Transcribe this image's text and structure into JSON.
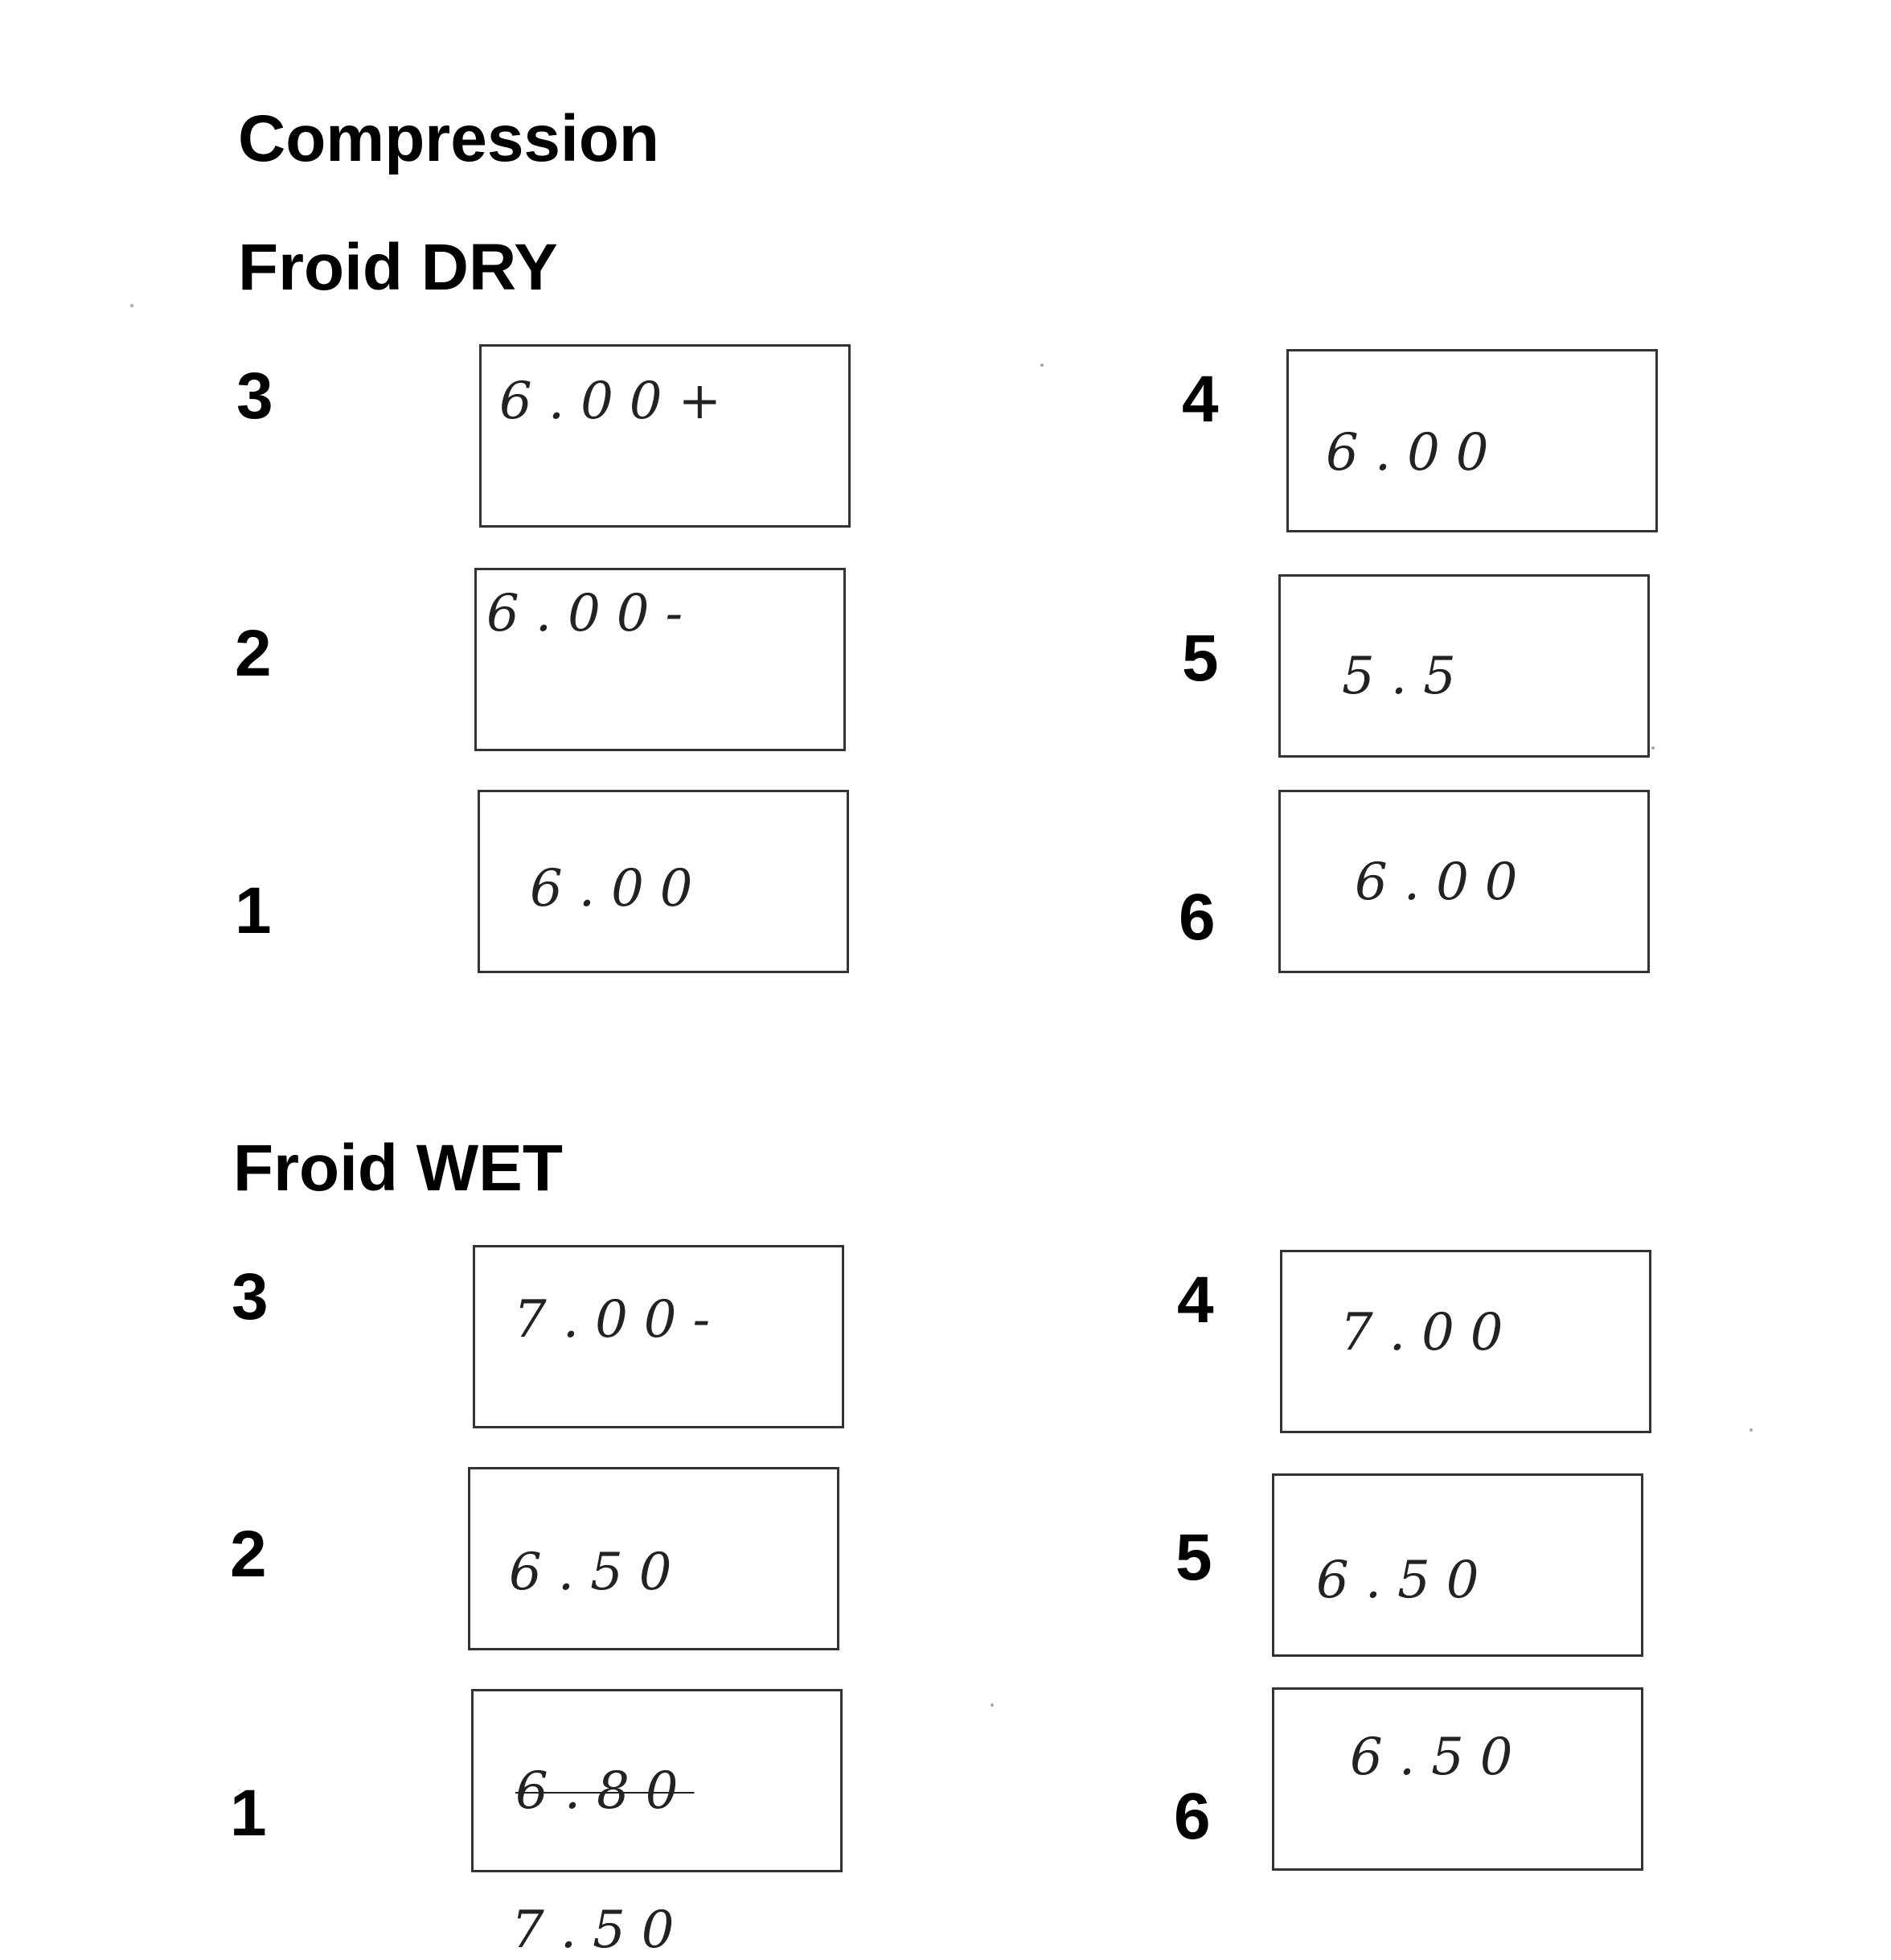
{
  "title": "Compression",
  "sections": [
    {
      "title": "Froid DRY",
      "cells": [
        {
          "label": "3",
          "value": "6.00+"
        },
        {
          "label": "2",
          "value": "6.00-"
        },
        {
          "label": "1",
          "value": "6.00"
        },
        {
          "label": "4",
          "value": "6.00"
        },
        {
          "label": "5",
          "value": "5.5"
        },
        {
          "label": "6",
          "value": "6.00"
        }
      ]
    },
    {
      "title": "Froid WET",
      "cells": [
        {
          "label": "3",
          "value": "7.00-"
        },
        {
          "label": "2",
          "value": "6.50"
        },
        {
          "label": "1",
          "value": "6.80",
          "correction": "7.50"
        },
        {
          "label": "4",
          "value": "7.00"
        },
        {
          "label": "5",
          "value": "6.50"
        },
        {
          "label": "6",
          "value": "6.50"
        }
      ]
    }
  ]
}
